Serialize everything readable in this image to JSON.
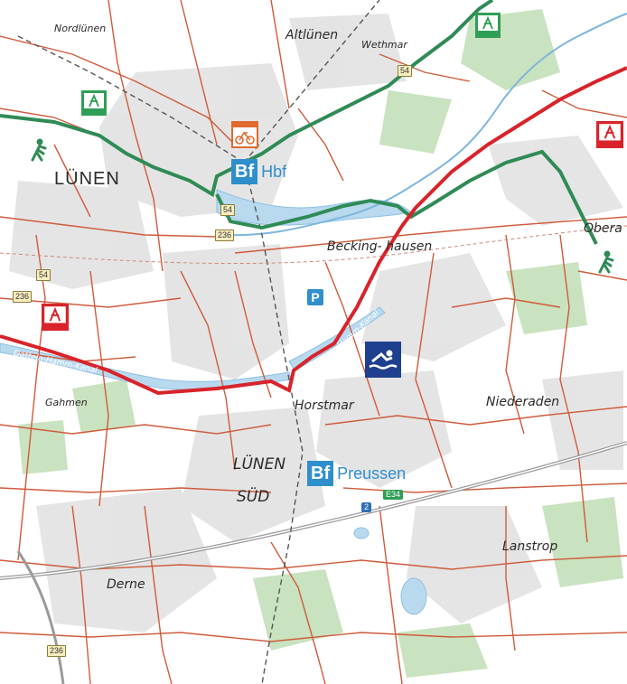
{
  "map": {
    "colors": {
      "background": "#ffffff",
      "urban": "#dcdcdc",
      "forest": "#c9e2bf",
      "water": "#b9d9ef",
      "road": "#cf5b3c",
      "main_route": "#d8232a",
      "green_route": "#2f8b55",
      "rail": "#555555",
      "station_blue": "#2f8fcb"
    },
    "places": [
      {
        "id": "nordluenen",
        "label": "Nordlünen"
      },
      {
        "id": "altluenen",
        "label": "Altlünen"
      },
      {
        "id": "wethmar",
        "label": "Wethmar"
      },
      {
        "id": "luenen",
        "label": "LÜNEN"
      },
      {
        "id": "beckinghausen",
        "label": "Becking- hausen"
      },
      {
        "id": "obera",
        "label": "Obera"
      },
      {
        "id": "gahmen",
        "label": "Gahmen"
      },
      {
        "id": "horstmar",
        "label": "Horstmar"
      },
      {
        "id": "niederaden",
        "label": "Niederaden"
      },
      {
        "id": "luenen_sued_1",
        "label": "LÜNEN"
      },
      {
        "id": "luenen_sued_2",
        "label": "SÜD"
      },
      {
        "id": "lanstrop",
        "label": "Lanstrop"
      },
      {
        "id": "derne",
        "label": "Derne"
      }
    ],
    "stations": [
      {
        "id": "hbf",
        "badge": "Bf",
        "name": "Hbf"
      },
      {
        "id": "preussen",
        "badge": "Bf",
        "name": "Preussen"
      }
    ],
    "road_shields": [
      {
        "id": "r54a",
        "label": "54"
      },
      {
        "id": "r54b",
        "label": "54"
      },
      {
        "id": "r54c",
        "label": "54"
      },
      {
        "id": "r236a",
        "label": "236"
      },
      {
        "id": "r236b",
        "label": "236"
      },
      {
        "id": "r236c",
        "label": "236"
      }
    ],
    "motorway_shields": [
      {
        "id": "e34",
        "label": "E34"
      },
      {
        "id": "a2",
        "label": "2"
      }
    ],
    "canal_labels": [
      {
        "id": "canal_west",
        "label": "Datteln-Hamm-Kanal"
      },
      {
        "id": "canal_east",
        "label": "Datteln-Hamm-Kanal"
      }
    ],
    "icons": [
      {
        "id": "headframe-green-1",
        "name": "mine-headframe-icon",
        "color": "#2e9f55"
      },
      {
        "id": "headframe-green-2",
        "name": "mine-headframe-icon",
        "color": "#2e9f55"
      },
      {
        "id": "headframe-red-1",
        "name": "mine-headframe-icon",
        "color": "#d8232a"
      },
      {
        "id": "headframe-red-2",
        "name": "mine-headframe-icon",
        "color": "#d8232a"
      },
      {
        "id": "bike-rental",
        "name": "bike-rental-icon",
        "color": "#e06a2c"
      },
      {
        "id": "swimming",
        "name": "swimming-icon",
        "color": "#1f3f8f"
      },
      {
        "id": "parking",
        "name": "parking-icon",
        "label": "P"
      },
      {
        "id": "walker-1",
        "name": "hiker-icon",
        "color": "#2f8b55"
      },
      {
        "id": "walker-2",
        "name": "hiker-icon",
        "color": "#2f8b55"
      }
    ]
  }
}
